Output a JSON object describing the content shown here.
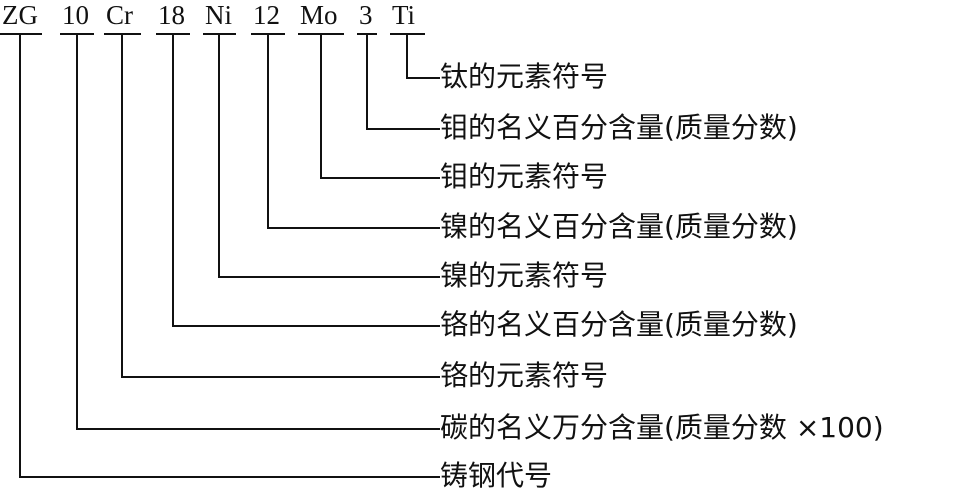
{
  "designation": {
    "segments": [
      {
        "code": "ZG",
        "label": "铸钢代号"
      },
      {
        "code": "10",
        "label": "碳的名义万分含量(质量分数 ×100)"
      },
      {
        "code": "Cr",
        "label": "铬的元素符号"
      },
      {
        "code": "18",
        "label": "铬的名义百分含量(质量分数)"
      },
      {
        "code": "Ni",
        "label": "镍的元素符号"
      },
      {
        "code": "12",
        "label": "镍的名义百分含量(质量分数)"
      },
      {
        "code": "Mo",
        "label": "钼的元素符号"
      },
      {
        "code": "3",
        "label": "钼的名义百分含量(质量分数)"
      },
      {
        "code": "Ti",
        "label": "钛的元素符号"
      }
    ]
  }
}
